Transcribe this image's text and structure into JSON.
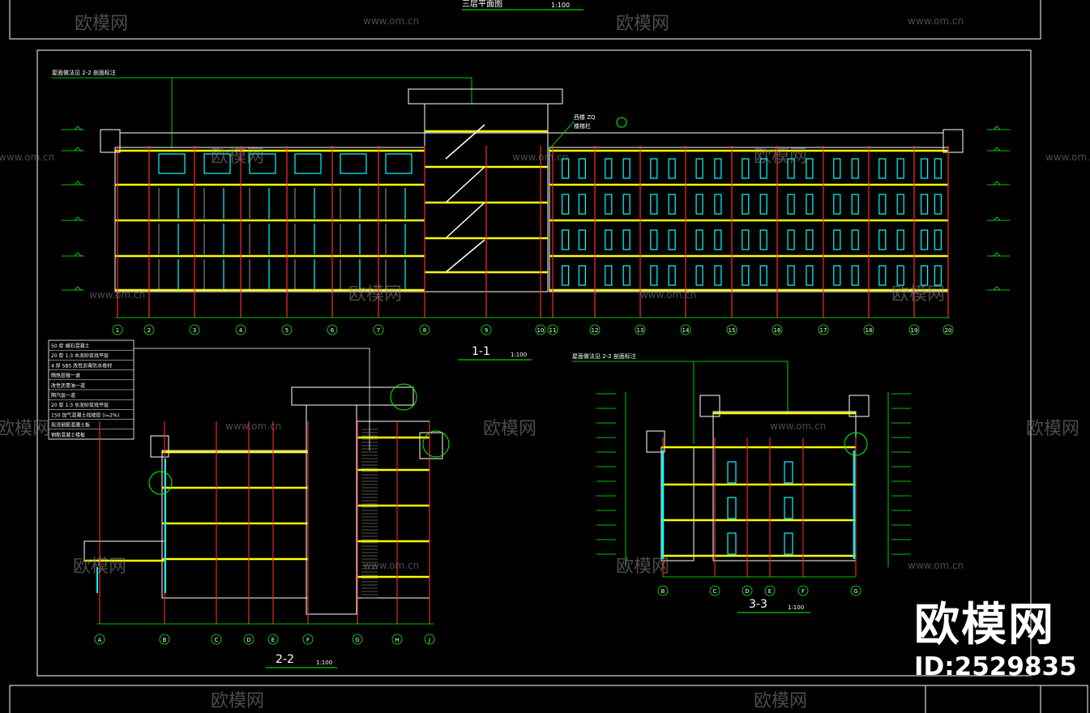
{
  "sheet_titles": {
    "top_plan": "三层平面图",
    "top_plan_scale": "1:100",
    "section_1": "1-1",
    "section_1_scale": "1:100",
    "section_2": "2-2",
    "section_2_scale": "1:100",
    "section_3": "3-3",
    "section_3_scale": "1:100"
  },
  "notes": {
    "roof_note_1": "屋面做法见  2-2  剖面标注",
    "roof_note_3": "屋面做法见  2-2  剖面标注",
    "callout_stair": "西楼 ZQ",
    "callout_stair_2": "楼梯栏"
  },
  "roof_layers": [
    "50 厚 细石混凝土",
    "20 厚 1:3 水泥砂浆找平层",
    "4 厚 SBS 改性沥青防水卷材",
    "隔热层做一道",
    "改性沥青油一道",
    "隔汽层一道",
    "20 厚 1:3 水泥砂浆找平层",
    "150 加气混凝土找坡层  (i=2%)",
    "现浇钢筋混凝土板",
    "钢筋混凝土楼板"
  ],
  "axis_1_1": [
    "1",
    "2",
    "3",
    "4",
    "5",
    "6",
    "7",
    "8",
    "9",
    "10",
    "11",
    "12",
    "13",
    "14",
    "15",
    "16",
    "17",
    "18",
    "19",
    "20"
  ],
  "axis_2_2": [
    "A",
    "B",
    "C",
    "D",
    "E",
    "F",
    "G",
    "H",
    "J"
  ],
  "axis_3_3": [
    "B",
    "C",
    "D",
    "E",
    "F",
    "G"
  ],
  "watermarks": {
    "brand_cn": "欧模网",
    "site": "www.om.cn"
  },
  "brand": {
    "logo": "欧模网",
    "id_text": "ID:2529835"
  },
  "colors": {
    "frame": "#ffffff",
    "floor_slab": "#ffff00",
    "dimension": "#00ff00",
    "window": "#00ffff",
    "axis_line": "#ff0000",
    "wall": "#ffffff"
  }
}
